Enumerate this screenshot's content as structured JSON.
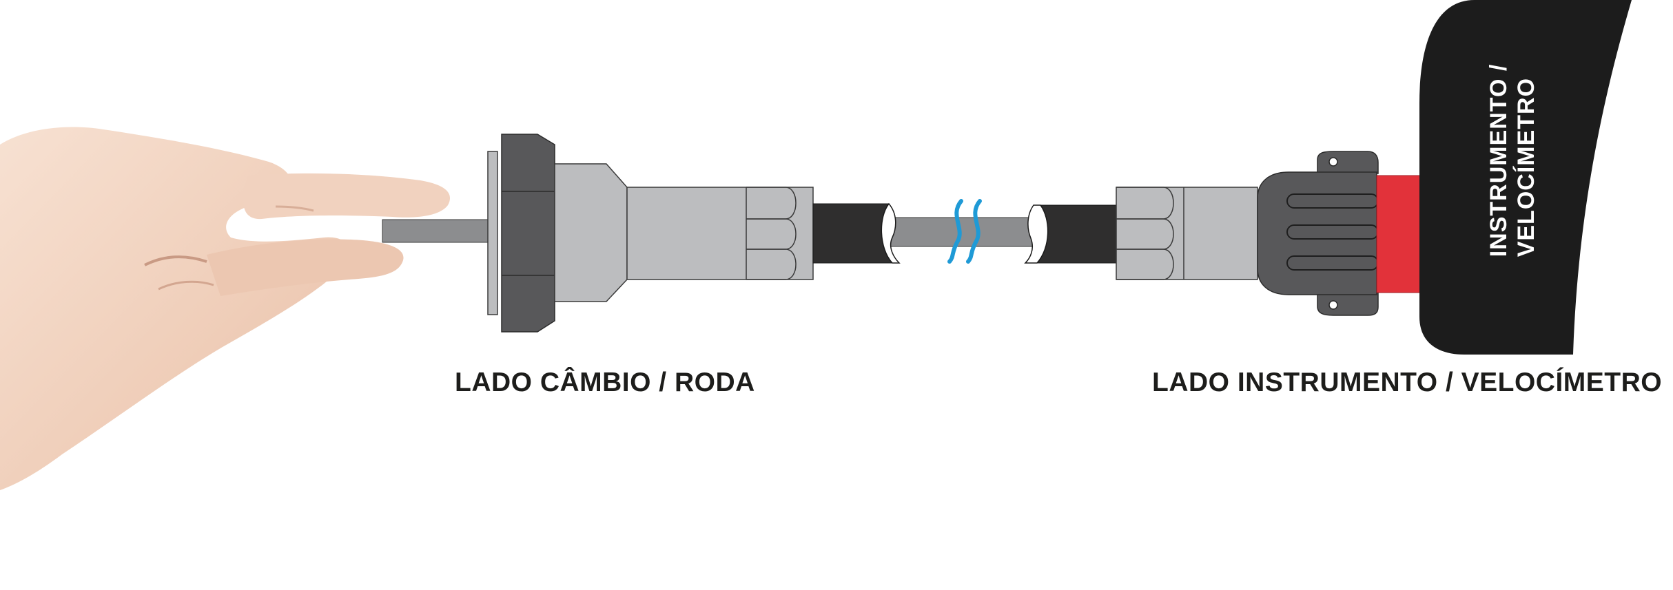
{
  "labels": {
    "left": "LADO CÂMBIO / RODA",
    "right": "LADO INSTRUMENTO / VELOCÍMETRO"
  },
  "instrument_body": {
    "line1": "INSTRUMENTO /",
    "line2": "VELOCÍMETRO"
  },
  "colors": {
    "inner_shaft": "#8c8d8f",
    "nut": "#58585a",
    "ferrule": "#bcbdbf",
    "cable_sheath": "#2f2e2e",
    "break_mark": "#1f9ad6",
    "red_collar": "#e2323a",
    "instrument_body": "#1c1c1c",
    "skin": "#f2d3c0"
  }
}
